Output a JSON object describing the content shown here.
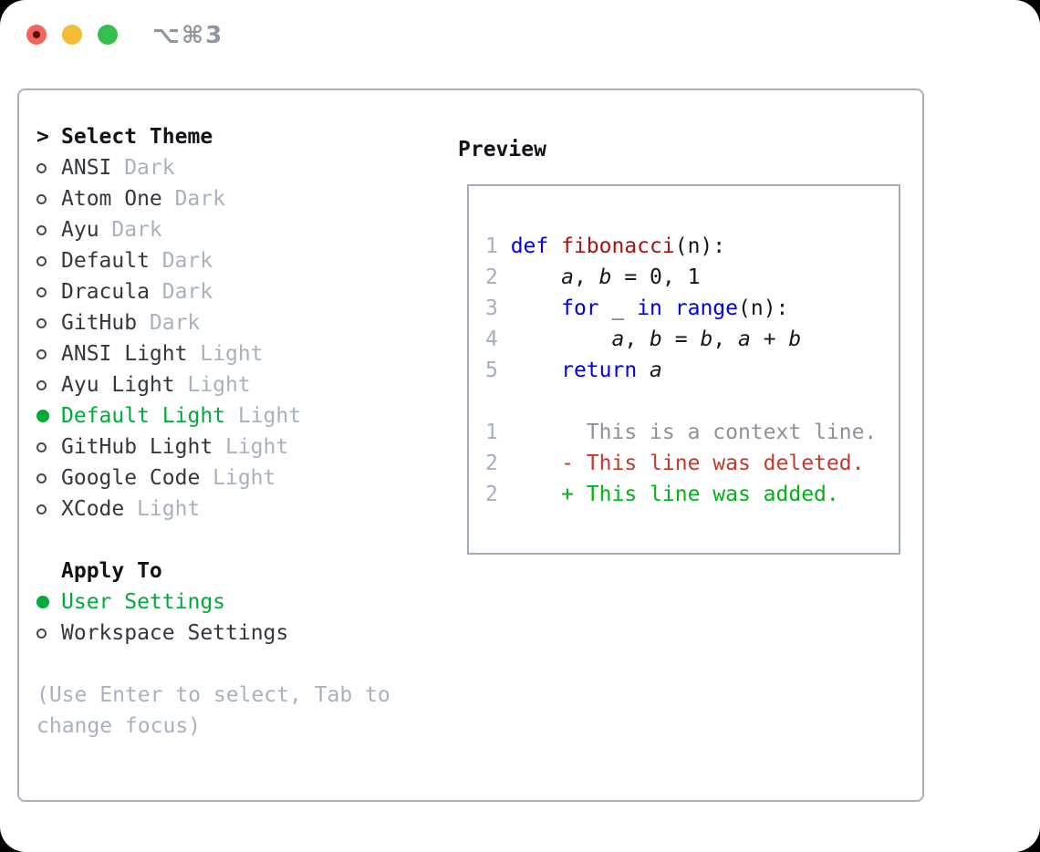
{
  "window": {
    "title": "⌥⌘3",
    "traffic_lights": [
      "close",
      "minimize",
      "zoom"
    ]
  },
  "theme_list": {
    "prompt": ">",
    "header": "Select Theme",
    "items": [
      {
        "name": "ANSI",
        "variant": "Dark",
        "selected": false
      },
      {
        "name": "Atom One",
        "variant": "Dark",
        "selected": false
      },
      {
        "name": "Ayu",
        "variant": "Dark",
        "selected": false
      },
      {
        "name": "Default",
        "variant": "Dark",
        "selected": false
      },
      {
        "name": "Dracula",
        "variant": "Dark",
        "selected": false
      },
      {
        "name": "GitHub",
        "variant": "Dark",
        "selected": false
      },
      {
        "name": "ANSI Light",
        "variant": "Light",
        "selected": false
      },
      {
        "name": "Ayu Light",
        "variant": "Light",
        "selected": false
      },
      {
        "name": "Default Light",
        "variant": "Light",
        "selected": true
      },
      {
        "name": "GitHub Light",
        "variant": "Light",
        "selected": false
      },
      {
        "name": "Google Code",
        "variant": "Light",
        "selected": false
      },
      {
        "name": "XCode",
        "variant": "Light",
        "selected": false
      }
    ]
  },
  "apply_to": {
    "header": "Apply To",
    "options": [
      {
        "label": "User Settings",
        "selected": true
      },
      {
        "label": "Workspace Settings",
        "selected": false
      }
    ]
  },
  "hint": "(Use Enter to select, Tab to change focus)",
  "preview": {
    "header": "Preview",
    "code_tokens": [
      {
        "t": "1 ",
        "c": "ln"
      },
      {
        "t": "def ",
        "c": "kw"
      },
      {
        "t": "fibonacci",
        "c": "fn"
      },
      {
        "t": "(n):\n",
        "c": "pl"
      },
      {
        "t": "2 ",
        "c": "ln"
      },
      {
        "t": "    ",
        "c": "pl"
      },
      {
        "t": "a",
        "c": "var"
      },
      {
        "t": ", ",
        "c": "pl"
      },
      {
        "t": "b",
        "c": "var"
      },
      {
        "t": " = 0, 1\n",
        "c": "pl"
      },
      {
        "t": "3 ",
        "c": "ln"
      },
      {
        "t": "    ",
        "c": "pl"
      },
      {
        "t": "for",
        "c": "kw"
      },
      {
        "t": " _ ",
        "c": "pl"
      },
      {
        "t": "in",
        "c": "kw"
      },
      {
        "t": " ",
        "c": "pl"
      },
      {
        "t": "range",
        "c": "kw"
      },
      {
        "t": "(n):\n",
        "c": "pl"
      },
      {
        "t": "4 ",
        "c": "ln"
      },
      {
        "t": "        ",
        "c": "pl"
      },
      {
        "t": "a",
        "c": "var"
      },
      {
        "t": ", ",
        "c": "pl"
      },
      {
        "t": "b",
        "c": "var"
      },
      {
        "t": " = ",
        "c": "pl"
      },
      {
        "t": "b",
        "c": "var"
      },
      {
        "t": ", ",
        "c": "pl"
      },
      {
        "t": "a",
        "c": "var"
      },
      {
        "t": " + ",
        "c": "pl"
      },
      {
        "t": "b",
        "c": "var"
      },
      {
        "t": "\n",
        "c": "pl"
      },
      {
        "t": "5 ",
        "c": "ln"
      },
      {
        "t": "    ",
        "c": "pl"
      },
      {
        "t": "return",
        "c": "kw"
      },
      {
        "t": " ",
        "c": "pl"
      },
      {
        "t": "a",
        "c": "var"
      },
      {
        "t": "\n\n",
        "c": "pl"
      },
      {
        "t": "1 ",
        "c": "ln"
      },
      {
        "t": "      This is a context line.\n",
        "c": "ctx"
      },
      {
        "t": "2 ",
        "c": "ln"
      },
      {
        "t": "    ",
        "c": "pl"
      },
      {
        "t": "- This line was deleted.\n",
        "c": "del"
      },
      {
        "t": "2 ",
        "c": "ln"
      },
      {
        "t": "    ",
        "c": "pl"
      },
      {
        "t": "+ This line was added.",
        "c": "add"
      }
    ]
  },
  "colors": {
    "accent_green": "#00ab3c",
    "keyword_blue": "#0000e0",
    "function_red": "#a31515",
    "diff_red": "#c43a2a",
    "diff_green": "#00b316",
    "muted_gray": "#a8b2bf",
    "line_number_gray": "#a6afbd",
    "text_dark": "#33383f",
    "border_gray": "#a9b1bb",
    "traffic_red": "#f4645f",
    "traffic_yellow": "#f5bc38",
    "traffic_green": "#35c04c"
  }
}
